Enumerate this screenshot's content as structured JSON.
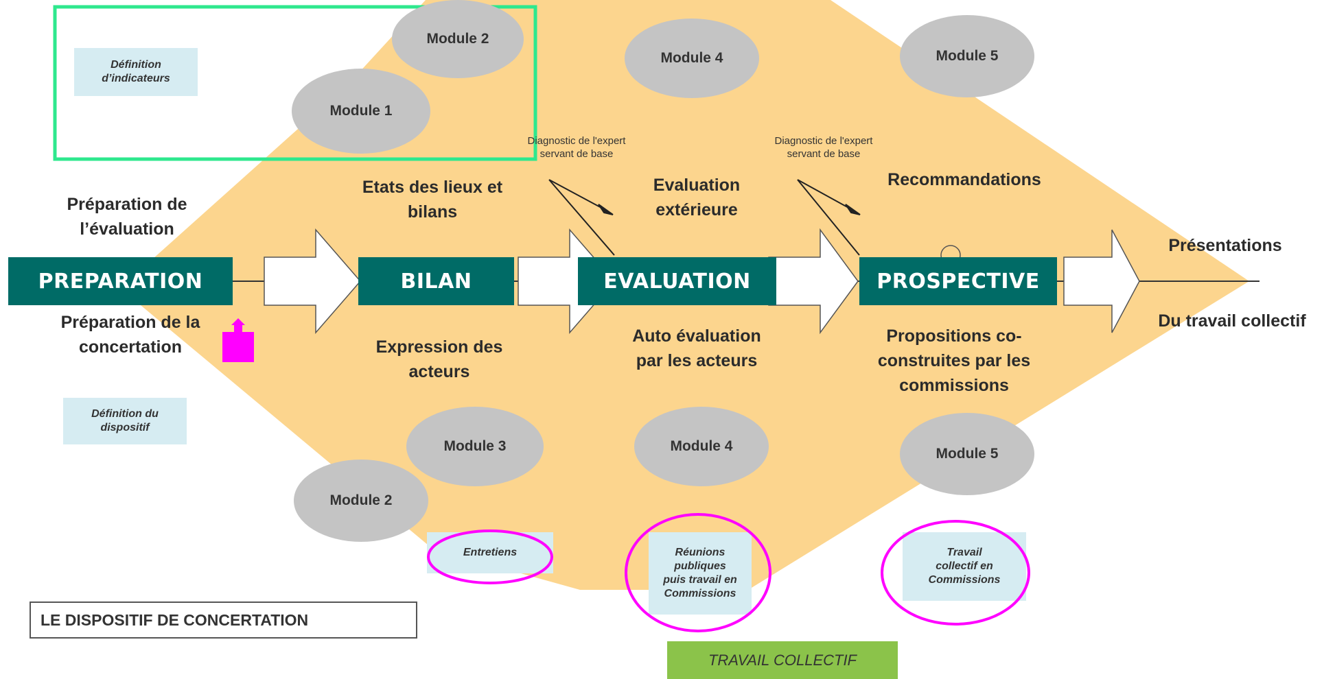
{
  "phases": {
    "preparation": "PREPARATION",
    "bilan": "BILAN",
    "evaluation": "EVALUATION",
    "prospective": "PROSPECTIVE"
  },
  "upper_labels": {
    "preparation": [
      "Préparation de",
      "l’évaluation"
    ],
    "bilan": [
      "Etats des lieux et",
      "bilans"
    ],
    "evaluation": [
      "Evaluation",
      "extérieure"
    ],
    "prospective": [
      "Recommandations"
    ],
    "final": [
      "Présentations"
    ]
  },
  "lower_labels": {
    "preparation": [
      "Préparation de la",
      "concertation"
    ],
    "bilan": [
      "Expression des",
      "acteurs"
    ],
    "evaluation": [
      "Auto évaluation",
      "par les acteurs"
    ],
    "prospective": [
      "Propositions co-",
      "construites par les",
      "commissions"
    ],
    "final": [
      "Du travail collectif"
    ]
  },
  "modules_top": {
    "m2": "Module 2",
    "m1": "Module 1",
    "m4": "Module 4",
    "m5": "Module 5"
  },
  "modules_bottom": {
    "m3": "Module 3",
    "m2": "Module 2",
    "m4": "Module 4",
    "m5": "Module 5"
  },
  "diagnostic_notes": {
    "first": [
      "Diagnostic de l'expert",
      "servant de base"
    ],
    "second": [
      "Diagnostic de l'expert",
      "servant de base"
    ]
  },
  "notes": {
    "definition_indicateurs": [
      "Définition",
      "d’indicateurs"
    ],
    "definition_dispositif": [
      "Définition du",
      "dispositif"
    ],
    "entretiens": [
      "Entretiens"
    ],
    "reunions": [
      "Réunions",
      "publiques",
      "puis travail en",
      "Commissions"
    ],
    "travail_collectif": [
      "Travail",
      "collectif en",
      "Commissions"
    ]
  },
  "title_box": "LE DISPOSITIF DE CONCERTATION",
  "bottom_bar": "TRAVAIL COLLECTIF",
  "colors": {
    "diamond": "#fcd58e",
    "phase": "#006b66",
    "module": "#c4c4c4",
    "highlight_green": "#2ee88e",
    "highlight_magenta": "#ff00ff",
    "note_bg": "#d6ecf2",
    "bar_green": "#8bc34a"
  }
}
